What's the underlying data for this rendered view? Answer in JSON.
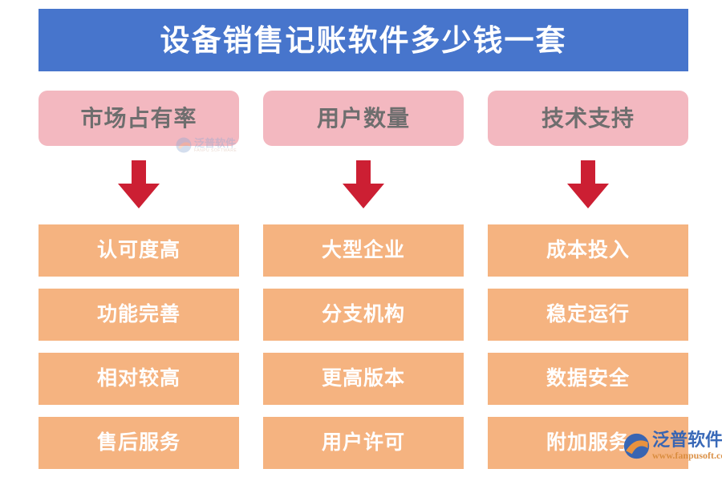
{
  "page": {
    "title": "设备销售记账软件多少钱一套",
    "background_color": "#ffffff"
  },
  "banner": {
    "text": "设备销售记账软件多少钱一套",
    "background_color": "#4775cc",
    "text_color": "#ffffff"
  },
  "theme": {
    "header_box_color": "#f3b8c0",
    "header_text_color": "#6e6e6e",
    "item_box_color": "#f5b380",
    "item_text_color": "#ffffff",
    "arrow_color": "#cc1f33"
  },
  "columns": [
    {
      "header": "市场占有率",
      "arrow": "down-arrow",
      "items": [
        "认可度高",
        "功能完善",
        "相对较高",
        "售后服务"
      ]
    },
    {
      "header": "用户数量",
      "arrow": "down-arrow",
      "items": [
        "大型企业",
        "分支机构",
        "更高版本",
        "用户许可"
      ]
    },
    {
      "header": "技术支持",
      "arrow": "down-arrow",
      "items": [
        "成本投入",
        "稳定运行",
        "数据安全",
        "附加服务"
      ]
    }
  ],
  "watermarks": {
    "small": {
      "brand_cn": "泛普软件",
      "brand_en": "FANPU SOFTWARE"
    },
    "large": {
      "brand_cn": "泛普软件",
      "brand_url": "www.fanpusoft.com"
    }
  }
}
